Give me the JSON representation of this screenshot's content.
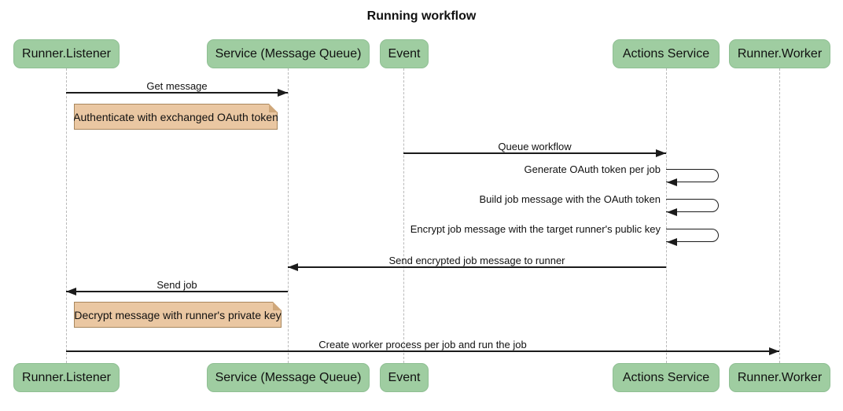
{
  "title": "Running workflow",
  "diagram_type": "sequence-diagram",
  "actors": [
    {
      "label": "Runner.Listener"
    },
    {
      "label": "Service (Message Queue)"
    },
    {
      "label": "Event"
    },
    {
      "label": "Actions Service"
    },
    {
      "label": "Runner.Worker"
    }
  ],
  "messages": [
    {
      "label": "Get message",
      "from": "Runner.Listener",
      "to": "Service (Message Queue)",
      "kind": "solid-arrow-right"
    },
    {
      "label": "Queue workflow",
      "from": "Event",
      "to": "Actions Service",
      "kind": "solid-arrow-right"
    },
    {
      "label": "Generate OAuth token per job",
      "from": "Actions Service",
      "to": "Actions Service",
      "kind": "self-loop"
    },
    {
      "label": "Build job message with the OAuth token",
      "from": "Actions Service",
      "to": "Actions Service",
      "kind": "self-loop"
    },
    {
      "label": "Encrypt job message with the target runner's public key",
      "from": "Actions Service",
      "to": "Actions Service",
      "kind": "self-loop"
    },
    {
      "label": "Send encrypted job message to runner",
      "from": "Actions Service",
      "to": "Service (Message Queue)",
      "kind": "solid-arrow-left"
    },
    {
      "label": "Send job",
      "from": "Service (Message Queue)",
      "to": "Runner.Listener",
      "kind": "solid-arrow-left"
    },
    {
      "label": "Create worker process per job and run the job",
      "from": "Runner.Listener",
      "to": "Runner.Worker",
      "kind": "solid-arrow-right"
    }
  ],
  "notes": [
    {
      "label": "Authenticate with exchanged OAuth token",
      "position": "right of Runner.Listener"
    },
    {
      "label": "Decrypt message with runner's private key",
      "position": "right of Runner.Listener"
    }
  ],
  "colors": {
    "actor_fill": "#9FCDA1",
    "note_fill": "#EAC7A2",
    "note_border": "#A8875D",
    "message_line": "#1B1B1B",
    "lifeline": "#B9B9B9",
    "background": "#FFFFFF"
  }
}
